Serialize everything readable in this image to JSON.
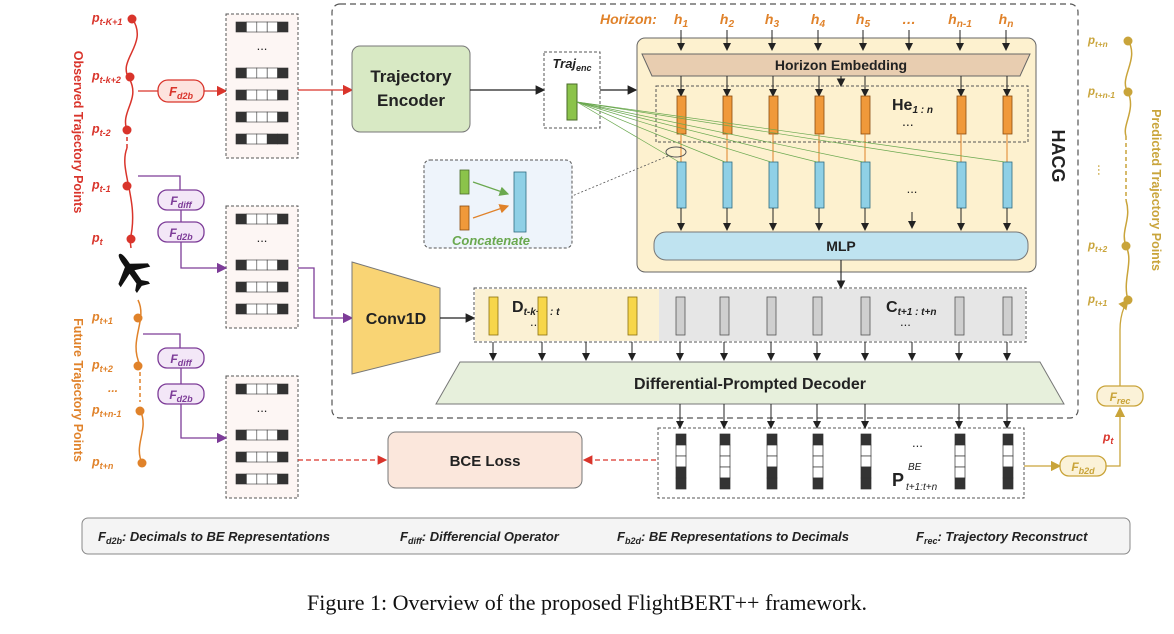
{
  "observed": {
    "side_label": "Observed Trajectory Points",
    "points": [
      {
        "base": "p",
        "sub": "t-K+1"
      },
      {
        "base": "p",
        "sub": "t-k+2"
      },
      {
        "base": "p",
        "sub": "t-2"
      },
      {
        "base": "p",
        "sub": "t-1"
      },
      {
        "base": "p",
        "sub": "t"
      }
    ]
  },
  "future": {
    "side_label": "Future Trajectory Points",
    "points": [
      {
        "base": "p",
        "sub": "t+1"
      },
      {
        "base": "p",
        "sub": "t+2"
      },
      {
        "base": "p",
        "sub": "t+n-1"
      },
      {
        "base": "p",
        "sub": "t+n"
      }
    ]
  },
  "predicted": {
    "side_label": "Predicted Trajectory Points",
    "points": [
      {
        "base": "p",
        "sub": "t+n"
      },
      {
        "base": "p",
        "sub": "t+n-1"
      },
      {
        "base": "p",
        "sub": "t+2"
      },
      {
        "base": "p",
        "sub": "t+1"
      }
    ]
  },
  "ops": {
    "f_d2b": {
      "base": "F",
      "sub": "d2b"
    },
    "f_diff": {
      "base": "F",
      "sub": "diff"
    },
    "f_b2d": {
      "base": "F",
      "sub": "b2d"
    },
    "f_rec": {
      "base": "F",
      "sub": "rec"
    }
  },
  "ellipsis": "...",
  "blocks": {
    "trajectory_encoder": [
      "Trajectory",
      "Encoder"
    ],
    "traj_enc": {
      "base": "Traj",
      "sub": "enc"
    },
    "horizon_label": "Horizon:",
    "horizons": [
      {
        "base": "h",
        "sub": "1"
      },
      {
        "base": "h",
        "sub": "2"
      },
      {
        "base": "h",
        "sub": "3"
      },
      {
        "base": "h",
        "sub": "4"
      },
      {
        "base": "h",
        "sub": "5"
      },
      {
        "base": "…",
        "sub": ""
      },
      {
        "base": "h",
        "sub": "n-1"
      },
      {
        "base": "h",
        "sub": "n"
      }
    ],
    "horizon_embedding": "Horizon Embedding",
    "he": {
      "base": "He",
      "sub": "1 : n"
    },
    "hacg": "HACG",
    "mlp": "MLP",
    "concatenate": "Concatenate",
    "conv1d": "Conv1D",
    "d_label": {
      "base": "D",
      "sub": "t-k+2 : t"
    },
    "c_label": {
      "base": "C",
      "sub": "t+1 : t+n"
    },
    "decoder": "Differential-Prompted Decoder",
    "bce_loss": "BCE Loss",
    "p_label": {
      "base": "P",
      "sup": "BE",
      "sub": "t+1:t+n"
    },
    "pt_label": {
      "base": "p",
      "sub": "t"
    }
  },
  "legend": [
    {
      "sym": "F",
      "sub": "d2b",
      "text": ": Decimals to BE Representations"
    },
    {
      "sym": "F",
      "sub": "diff",
      "text": ": Differencial Operator"
    },
    {
      "sym": "F",
      "sub": "b2d",
      "text": ": BE Representations to Decimals"
    },
    {
      "sym": "F",
      "sub": "rec",
      "text": ": Trajectory Reconstruct"
    }
  ],
  "caption": "Figure 1: Overview of the proposed FlightBERT++ framework.",
  "colors": {
    "observed": "#d9342b",
    "future": "#e0822a",
    "predicted": "#c9a43a",
    "diff": "#7d3c98",
    "encoder": "#d8e9c4",
    "hacg": "#fdf1cf",
    "orange_bar": "#f0993a",
    "blue_bar": "#8fd0e6",
    "yellow_bar": "#f7d64a",
    "gray_bar": "#cfcfcf",
    "conv": "#f9d474",
    "decoder": "#e7f0dc",
    "bce": "#fbe7dc"
  }
}
